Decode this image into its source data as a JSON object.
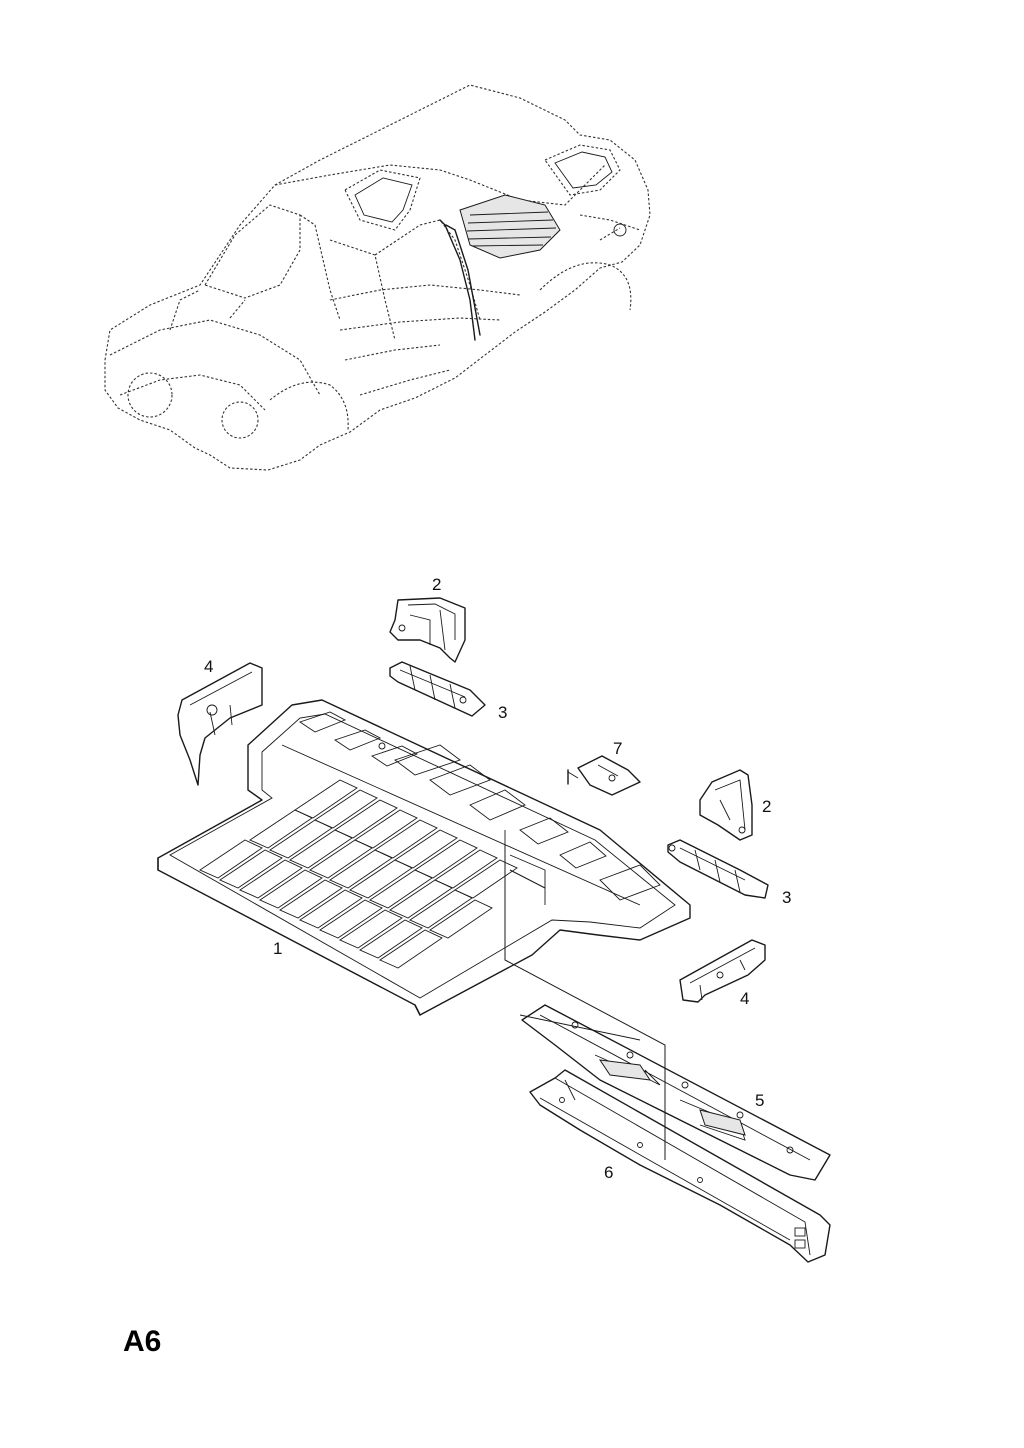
{
  "page": {
    "code": "A6"
  },
  "callouts": {
    "floor_panel": "1",
    "upper_bracket_left": "2",
    "upper_bracket_right": "2",
    "support_left": "3",
    "support_right": "3",
    "end_bracket_left": "4",
    "end_bracket_right": "4",
    "side_rail_inner": "5",
    "side_rail_outer": "6",
    "small_bracket": "7"
  }
}
